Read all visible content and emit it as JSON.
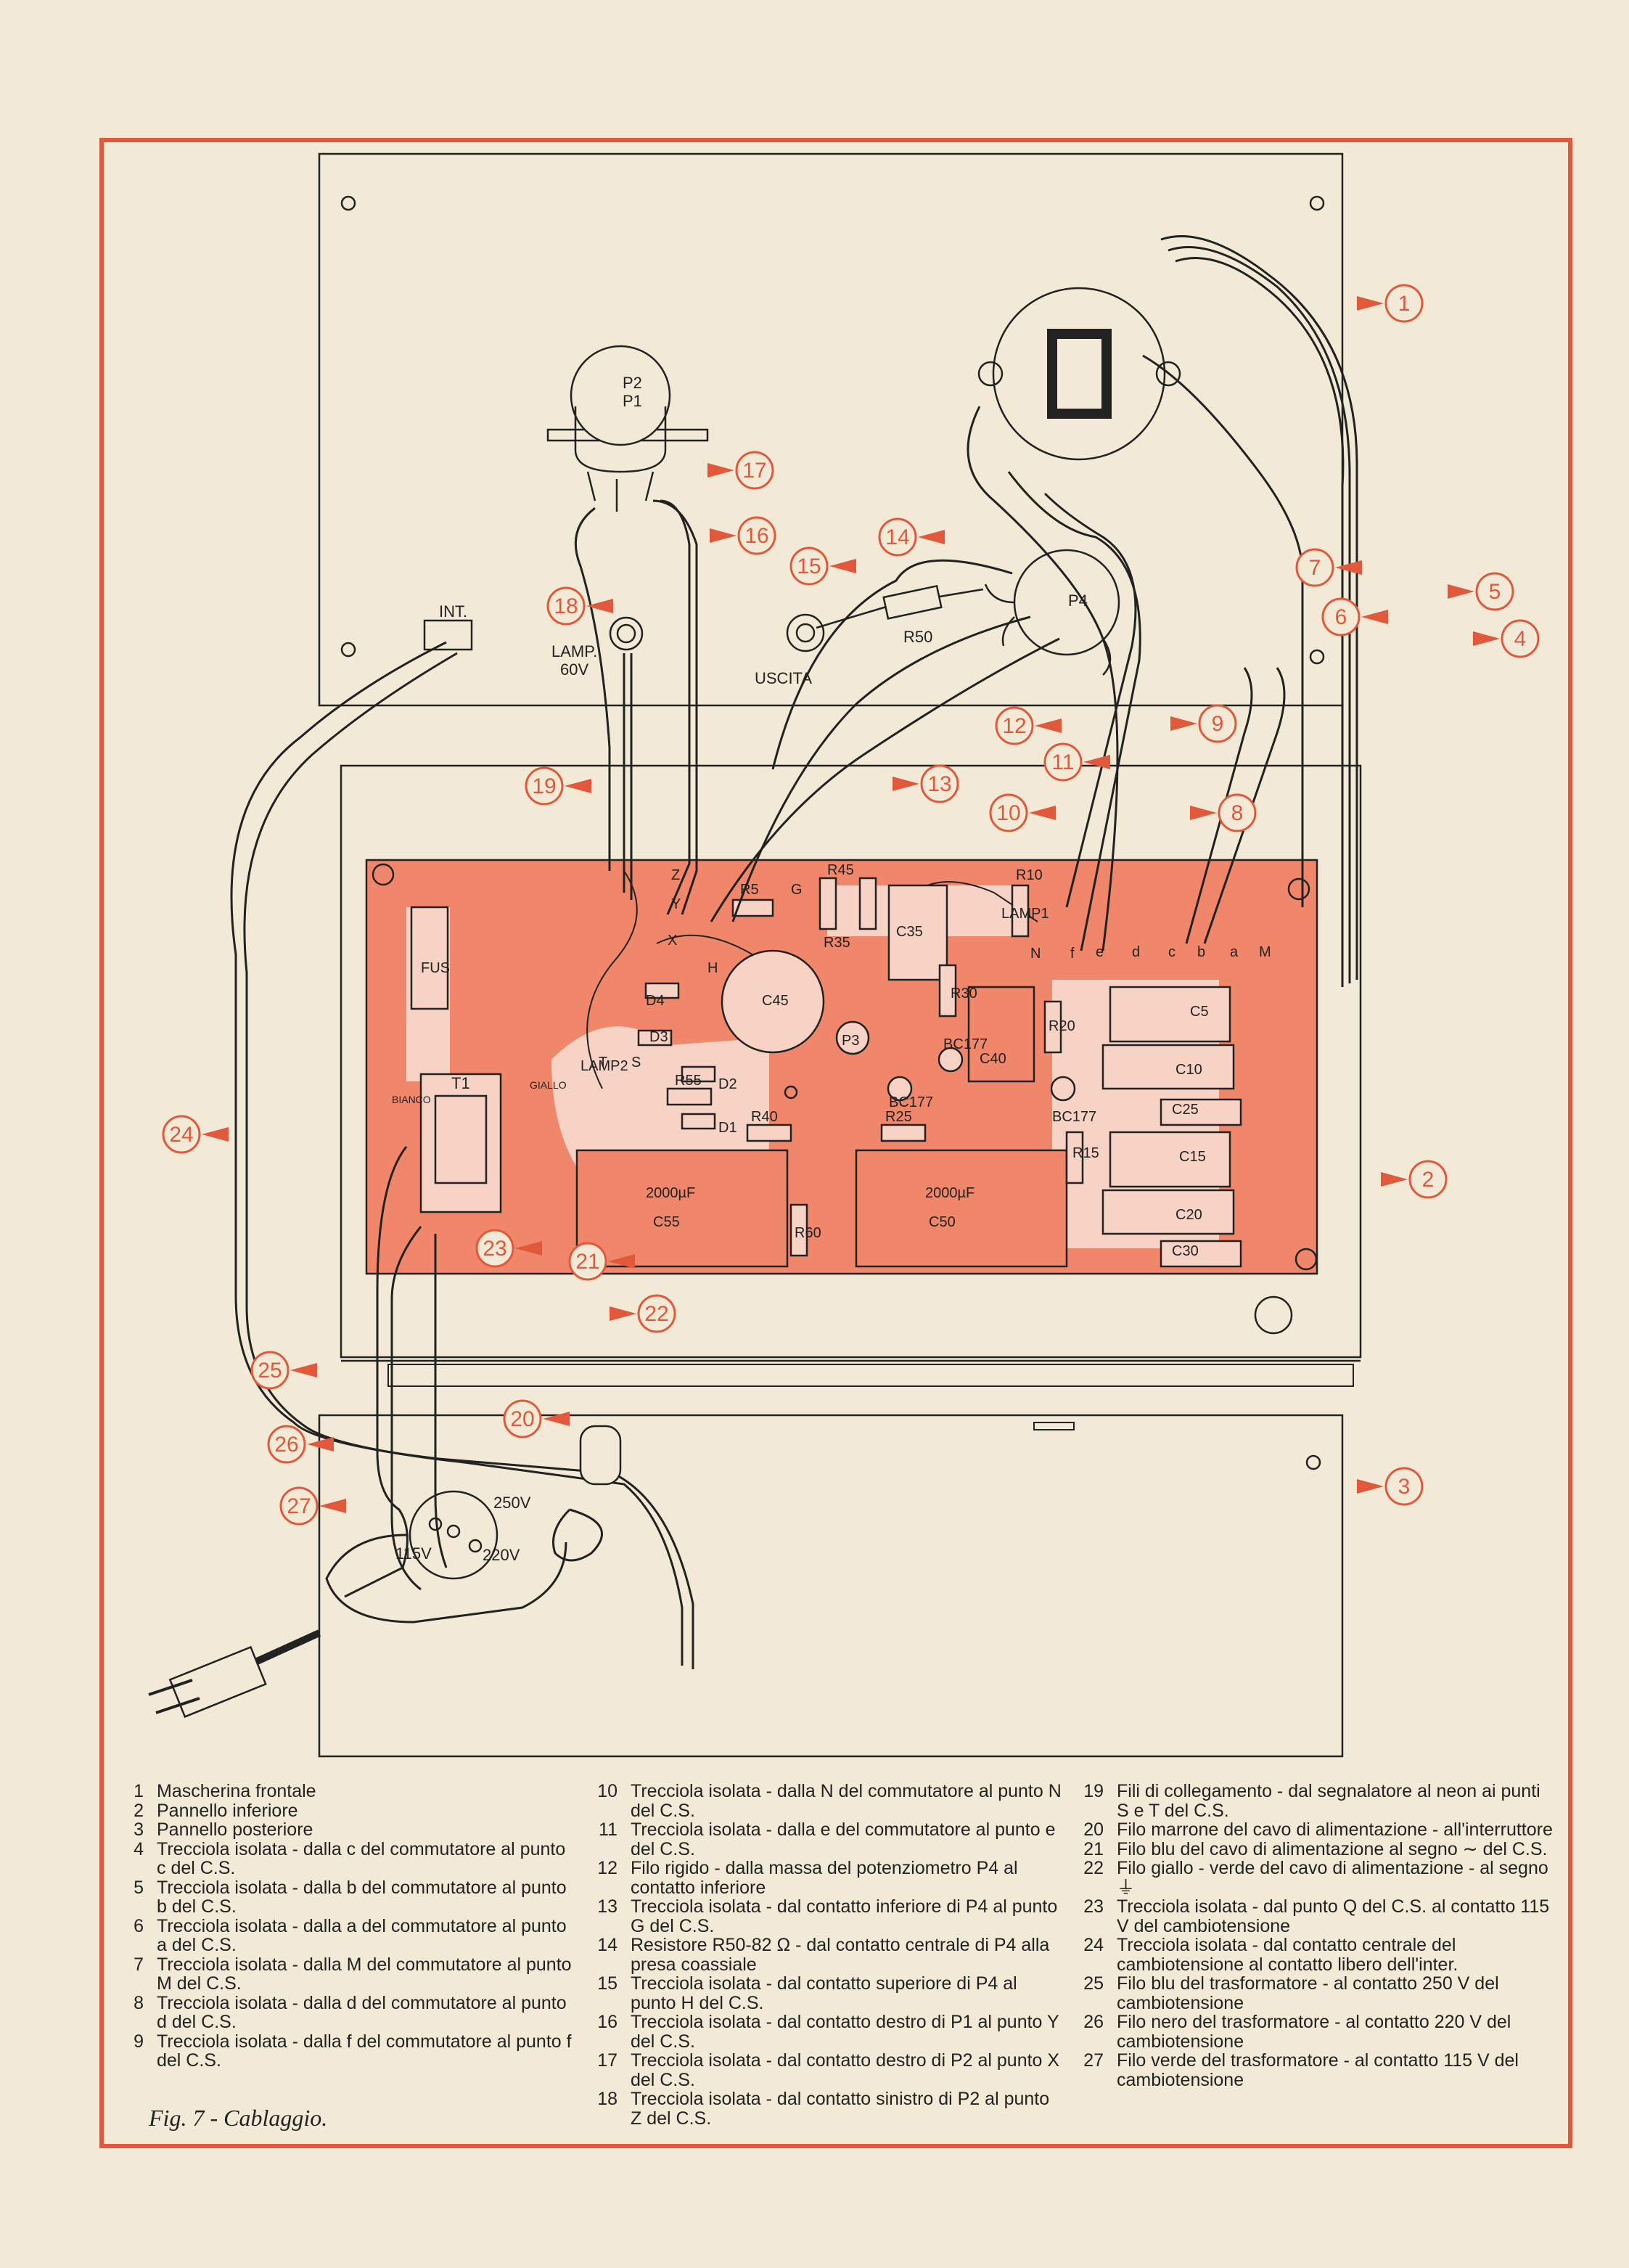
{
  "colors": {
    "frame": "#e2583a",
    "board": "#f0876a",
    "ink": "#222222",
    "paper": "#f2ead6"
  },
  "labels": {
    "int": "INT.",
    "lamp": "LAMP.",
    "lamp_v": "60V",
    "uscita": "USCITA",
    "p2": "P2",
    "p1": "P1",
    "p4": "P4",
    "r50": "R50",
    "v250": "250V",
    "v115": "115V",
    "v220": "220V",
    "t1": "T1",
    "bianco": "BIANCO",
    "giallo": "GIALLO"
  },
  "board_labels": [
    "Z",
    "Y",
    "X",
    "H",
    "G",
    "N",
    "f",
    "e",
    "d",
    "c",
    "b",
    "a",
    "M",
    "S",
    "T",
    "R5",
    "R35",
    "R45",
    "R30",
    "R20",
    "R15",
    "R10",
    "R25",
    "R40",
    "R55",
    "R60",
    "C5",
    "C10",
    "C15",
    "C20",
    "C25",
    "C30",
    "C35",
    "C40",
    "C45",
    "C50",
    "C55",
    "D1",
    "D2",
    "D3",
    "D4",
    "P3",
    "BC177",
    "BC177",
    "BC177",
    "FUS",
    "LAMP1",
    "LAMP2",
    "2000µF",
    "2000µF"
  ],
  "callouts": [
    "1",
    "2",
    "3",
    "4",
    "5",
    "6",
    "7",
    "8",
    "9",
    "10",
    "11",
    "12",
    "13",
    "14",
    "15",
    "16",
    "17",
    "18",
    "19",
    "20",
    "21",
    "22",
    "23",
    "24",
    "25",
    "26",
    "27"
  ],
  "legend_col1": [
    {
      "n": "1",
      "t": "Mascherina frontale"
    },
    {
      "n": "2",
      "t": "Pannello inferiore"
    },
    {
      "n": "3",
      "t": "Pannello posteriore"
    },
    {
      "n": "4",
      "t": "Trecciola isolata - dalla c del commutatore al punto c del C.S."
    },
    {
      "n": "5",
      "t": "Trecciola isolata - dalla b del commutatore al punto b del C.S."
    },
    {
      "n": "6",
      "t": "Trecciola isolata - dalla a del commutatore al punto a del C.S."
    },
    {
      "n": "7",
      "t": "Trecciola isolata - dalla M del commutatore al punto M del C.S."
    },
    {
      "n": "8",
      "t": "Trecciola isolata - dalla d del commutatore al punto d del C.S."
    },
    {
      "n": "9",
      "t": "Trecciola isolata - dalla f del commutatore al punto f del C.S."
    }
  ],
  "legend_col2": [
    {
      "n": "10",
      "t": "Trecciola isolata - dalla N del commutatore al punto N del C.S."
    },
    {
      "n": "11",
      "t": "Trecciola isolata - dalla e del commutatore al punto e del C.S."
    },
    {
      "n": "12",
      "t": "Filo rigido - dalla massa del potenziometro P4 al contatto inferiore"
    },
    {
      "n": "13",
      "t": "Trecciola isolata - dal contatto inferiore di P4 al punto G del C.S."
    },
    {
      "n": "14",
      "t": "Resistore R50-82 Ω - dal contatto centrale di P4 alla presa coassiale"
    },
    {
      "n": "15",
      "t": "Trecciola isolata - dal contatto superiore di P4 al punto H del C.S."
    },
    {
      "n": "16",
      "t": "Trecciola isolata - dal contatto destro di P1 al punto Y del C.S."
    },
    {
      "n": "17",
      "t": "Trecciola isolata - dal contatto destro di P2 al punto X del C.S."
    },
    {
      "n": "18",
      "t": "Trecciola isolata - dal contatto sinistro di P2 al punto Z del C.S."
    }
  ],
  "legend_col3": [
    {
      "n": "19",
      "t": "Fili di collegamento - dal segnalatore al neon ai punti S e T del C.S."
    },
    {
      "n": "20",
      "t": "Filo marrone del cavo di alimentazione - all'interruttore"
    },
    {
      "n": "21",
      "t": "Filo blu del cavo di alimentazione al segno ∼ del C.S."
    },
    {
      "n": "22",
      "t": "Filo giallo - verde del cavo di alimentazione - al segno ⏚"
    },
    {
      "n": "23",
      "t": "Trecciola isolata - dal punto Q del C.S. al contatto 115 V del cambiotensione"
    },
    {
      "n": "24",
      "t": "Trecciola isolata - dal contatto centrale del cambiotensione al contatto libero dell'inter."
    },
    {
      "n": "25",
      "t": "Filo blu del trasformatore - al contatto 250 V del cambiotensione"
    },
    {
      "n": "26",
      "t": "Filo nero del trasformatore - al contatto 220 V del cambiotensione"
    },
    {
      "n": "27",
      "t": "Filo verde del trasformatore - al contatto 115 V del cambiotensione"
    }
  ],
  "caption": "Fig. 7 - Cablaggio."
}
